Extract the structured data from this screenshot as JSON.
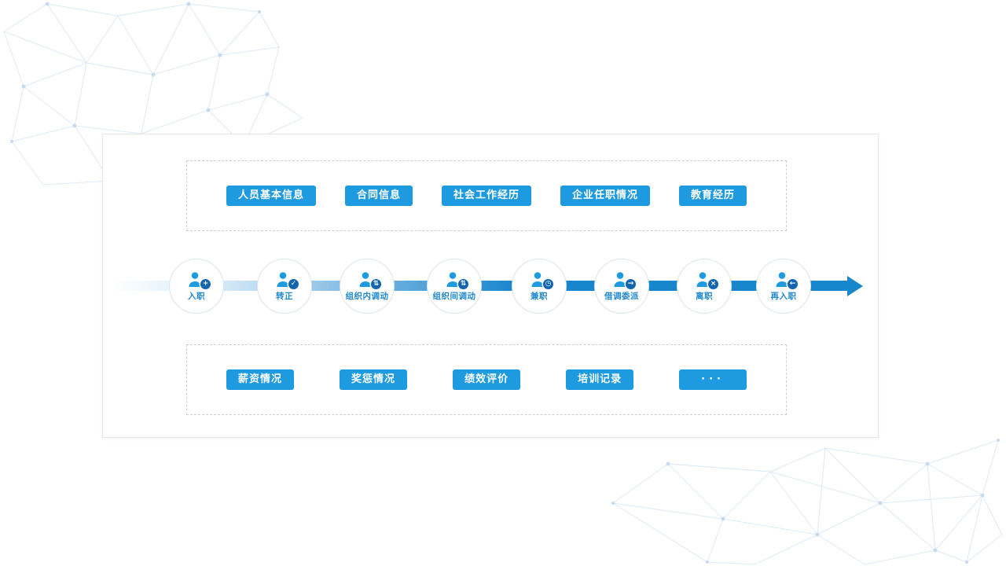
{
  "colors": {
    "accent": "#1E9BE0",
    "arrow": "#1886CD",
    "badge": "#1265AE",
    "label": "#1E88D0"
  },
  "card": {
    "top_box": {
      "items": [
        "人员基本信息",
        "合同信息",
        "社会工作经历",
        "企业任职情况",
        "教育经历"
      ]
    },
    "timeline": {
      "nodes": [
        {
          "label": "入职",
          "badge": "plus",
          "glyph": "+"
        },
        {
          "label": "转正",
          "badge": "check",
          "glyph": "✓"
        },
        {
          "label": "组织内调动",
          "badge": "transfer",
          "glyph": "⇅"
        },
        {
          "label": "组织间调动",
          "badge": "transfer",
          "glyph": "⇅"
        },
        {
          "label": "兼职",
          "badge": "clock",
          "glyph": "◷"
        },
        {
          "label": "借调委派",
          "badge": "arrow-right",
          "glyph": "→"
        },
        {
          "label": "离职",
          "badge": "cross",
          "glyph": "×"
        },
        {
          "label": "再入职",
          "badge": "arrow-left",
          "glyph": "←"
        }
      ]
    },
    "bottom_box": {
      "items": [
        "薪资情况",
        "奖惩情况",
        "绩效评价",
        "培训记录",
        "···"
      ]
    }
  }
}
